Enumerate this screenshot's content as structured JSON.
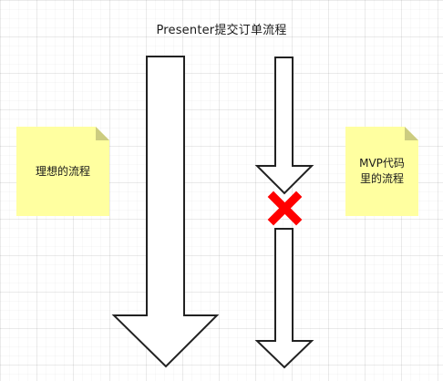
{
  "title": "Presenter提交订单流程",
  "notes": {
    "ideal": {
      "text": "理想的流程"
    },
    "mvp": {
      "text": "MVP代码\n里的流程"
    }
  },
  "colors": {
    "note_fill": "#ffffa0",
    "note_fold": "#cccc80",
    "arrow_stroke": "#222222",
    "arrow_fill": "#ffffff",
    "cross": "#ff0000"
  },
  "icons": {
    "big_arrow": "down-arrow-icon",
    "cross": "red-x-icon"
  }
}
